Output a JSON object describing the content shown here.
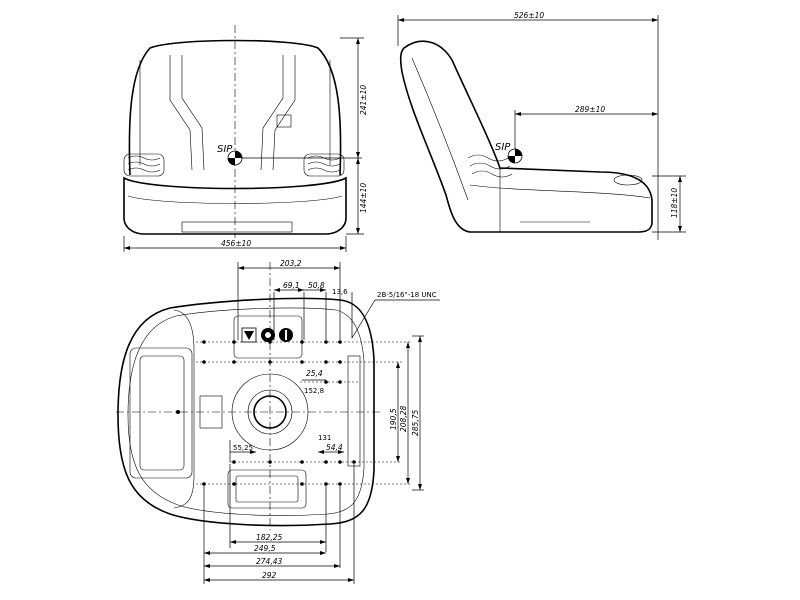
{
  "front_view": {
    "width_label": "456±10",
    "back_height_label": "241±10",
    "cushion_height_label": "144±10",
    "sip_label": "SIP"
  },
  "side_view": {
    "length_label": "526±10",
    "sip_offset_label": "289±10",
    "seat_height_label": "118±10",
    "sip_label": "SIP"
  },
  "bottom_view": {
    "top_dims": [
      "203,2",
      "69,1",
      "50,8",
      "13,6"
    ],
    "thread_label": "2B-5/16\"-18 UNC",
    "center_dims": [
      "25,4",
      "152,8",
      "55,25",
      "131",
      "54,4"
    ],
    "right_dims": [
      "190,5",
      "208,28",
      "285,75"
    ],
    "bottom_dims": [
      "182,25",
      "249,5",
      "274,43",
      "292"
    ]
  }
}
